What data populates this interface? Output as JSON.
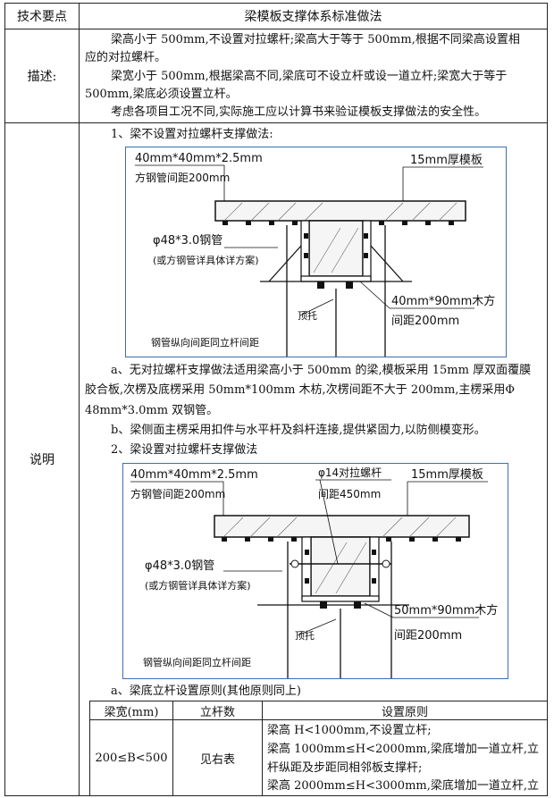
{
  "header": {
    "col1": "技术要点",
    "col2": "梁模板支撑体系标准做法"
  },
  "describe": {
    "label": "描述:",
    "lines": [
      "梁高小于 500mm,不设置对拉螺杆;梁高大于等于 500mm,根据不同梁高设置相",
      "应的对拉螺杆。",
      "梁宽小于 500mm,根据梁高不同,梁底可不设立杆或设一道立杆;梁宽大于等于",
      "500mm,梁底必须设置立杆。",
      "考虑各项目工况不同,实际施工应以计算书来验证模板支撑做法的安全性。"
    ]
  },
  "explain": {
    "label": "说明",
    "heading1": "1、梁不设置对拉螺杆支撑做法:",
    "fig1": {
      "label_top1": "40mm*40mm*2.5mm",
      "label_top2": "方钢管间距200mm",
      "label_slab": "15mm厚模板",
      "label_pipe1": "φ48*3.0钢管",
      "label_pipe2": "(或方钢管详具体详方案)",
      "label_wood1": "40mm*90mm木方",
      "label_wood2": "间距200mm",
      "label_jack": "顶托",
      "label_bottom": "钢管纵向间距同立杆间距"
    },
    "para_a": [
      "a、无对拉螺杆支撑做法适用梁高小于 500mm 的梁,模板采用 15mm 厚双面覆膜",
      "胶合板,次楞及底楞采用 50mm*100mm 木枋,次楞间距不大于 200mm,主楞采用Φ",
      "48mm*3.0mm 双钢管。"
    ],
    "para_b": "b、梁侧面主楞采用扣件与水平杆及斜杆连接,提供紧固力,以防侧模变形。",
    "heading2": "2、梁设置对拉螺杆支撑做法",
    "fig2": {
      "label_top1": "40mm*40mm*2.5mm",
      "label_top2": "方钢管间距200mm",
      "label_bolt1": "φ14对拉螺杆",
      "label_bolt2": "间距450mm",
      "label_slab": "15mm厚模板",
      "label_pipe1": "φ48*3.0钢管",
      "label_pipe2": "(或方钢管详具体详方案)",
      "label_wood1": "50mm*90mm木方",
      "label_wood2": "间距200mm",
      "label_jack": "顶托",
      "label_bottom": "钢管纵向间距同立杆间距"
    },
    "heading3": "a、梁底立杆设置原则(其他原则同上)",
    "table": {
      "headers": [
        "梁宽(mm)",
        "立杆数",
        "设置原则"
      ],
      "row": {
        "width": "200≤B<500",
        "count": "见右表",
        "rules": [
          "梁高 H<1000mm,不设置立杆;",
          "梁高 1000mm≤H<2000mm,梁底增加一道立杆,立",
          "杆纵距及步距同相邻板支撑杆;",
          "梁高 2000mm≤H<3000mm,梁底增加一道立杆,立"
        ]
      }
    }
  }
}
